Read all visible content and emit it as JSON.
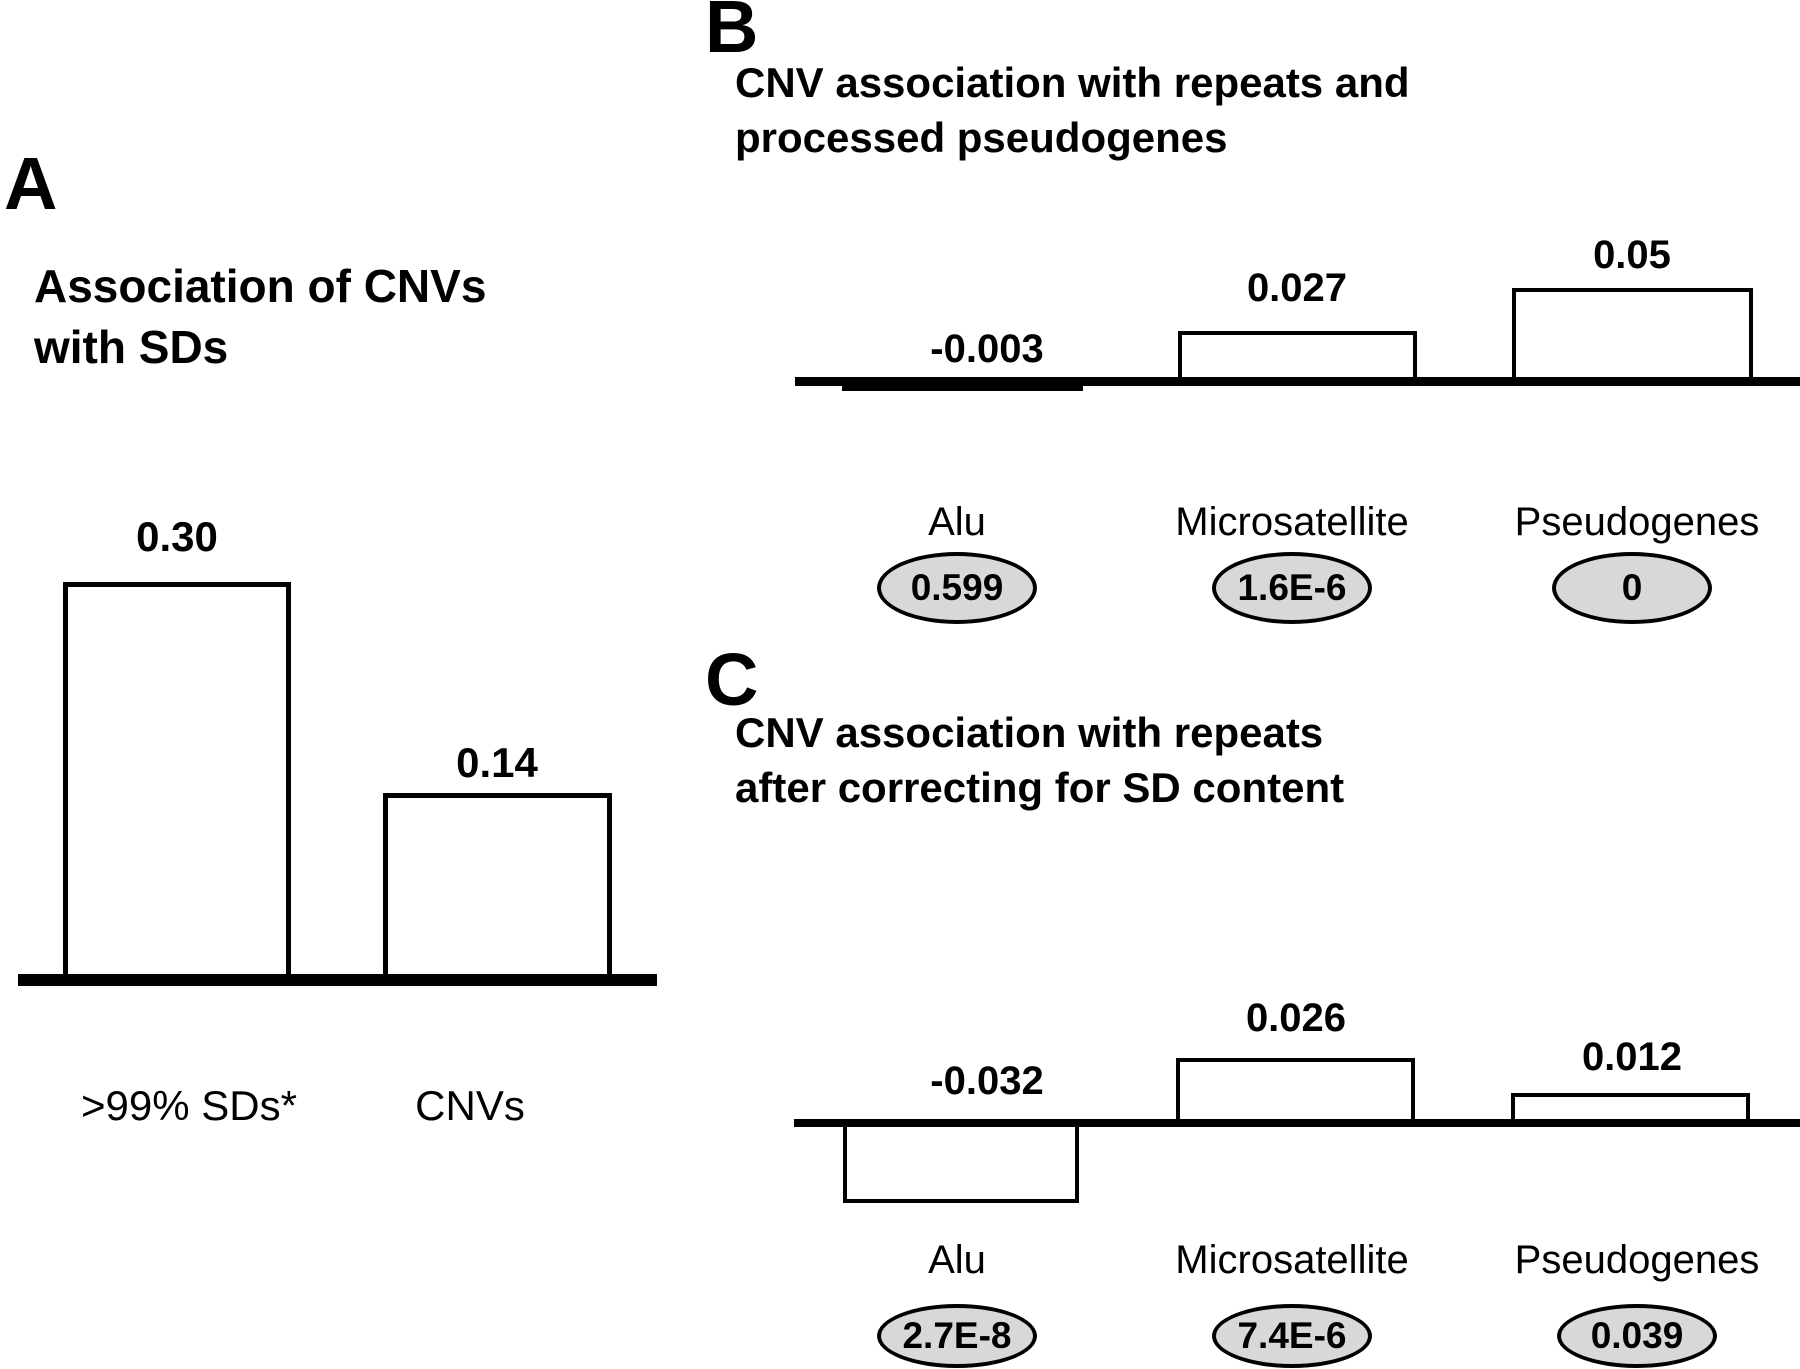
{
  "figure": {
    "description": "Three-panel bar chart figure on CNV associations",
    "colors": {
      "background": "#ffffff",
      "ink": "#000000",
      "pvalue_oval_fill": "#d8d8d8"
    }
  },
  "panels": [
    {
      "letter": "A",
      "title_line1": "Association of CNVs",
      "title_line2": "with SDs",
      "bars": [
        {
          "category": ">99% SDs*",
          "value": "0.30"
        },
        {
          "category": "CNVs",
          "value": "0.14"
        }
      ]
    },
    {
      "letter": "B",
      "title_line1": "CNV association with repeats and",
      "title_line2": "processed pseudogenes",
      "bars": [
        {
          "category": "Alu",
          "value": "-0.003",
          "pvalue": "0.599"
        },
        {
          "category": "Microsatellite",
          "value": "0.027",
          "pvalue": "1.6E-6"
        },
        {
          "category": "Pseudogenes",
          "value": "0.05",
          "pvalue": "0"
        }
      ]
    },
    {
      "letter": "C",
      "title_line1": "CNV association with repeats",
      "title_line2": "after correcting for SD content",
      "bars": [
        {
          "category": "Alu",
          "value": "-0.032",
          "pvalue": "2.7E-8"
        },
        {
          "category": "Microsatellite",
          "value": "0.026",
          "pvalue": "7.4E-6"
        },
        {
          "category": "Pseudogenes",
          "value": "0.012",
          "pvalue": "0.039"
        }
      ]
    }
  ],
  "chart_data": [
    {
      "type": "bar",
      "title": "Association of CNVs with SDs",
      "categories": [
        ">99% SDs*",
        "CNVs"
      ],
      "values": [
        0.3,
        0.14
      ],
      "xlabel": "",
      "ylabel": "",
      "ylim": [
        0,
        0.32
      ],
      "grid": false,
      "notes": "white bars with black outline, thick black baseline, values printed above bars"
    },
    {
      "type": "bar",
      "title": "CNV association with repeats and processed pseudogenes",
      "categories": [
        "Alu",
        "Microsatellite",
        "Pseudogenes"
      ],
      "values": [
        -0.003,
        0.027,
        0.05
      ],
      "p_values": [
        "0.599",
        "1.6E-6",
        "0"
      ],
      "xlabel": "",
      "ylabel": "",
      "ylim": [
        -0.01,
        0.06
      ],
      "grid": false,
      "notes": "p-values shown in gray ovals under category names"
    },
    {
      "type": "bar",
      "title": "CNV association with repeats after correcting for SD content",
      "categories": [
        "Alu",
        "Microsatellite",
        "Pseudogenes"
      ],
      "values": [
        -0.032,
        0.026,
        0.012
      ],
      "p_values": [
        "2.7E-8",
        "7.4E-6",
        "0.039"
      ],
      "xlabel": "",
      "ylabel": "",
      "ylim": [
        -0.04,
        0.03
      ],
      "grid": false,
      "notes": "p-values shown in gray ovals under category names"
    }
  ]
}
